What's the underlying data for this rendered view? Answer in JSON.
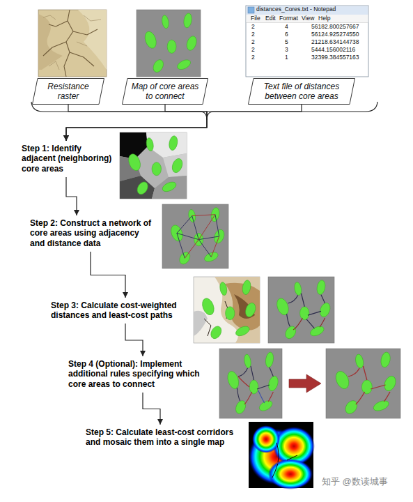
{
  "diagram": {
    "nodes": [
      {
        "text": [
          "Resistance raster"
        ]
      },
      {
        "text": [
          "Map of core areas to connect"
        ]
      },
      {
        "text": [
          "Text file of distances between core areas"
        ]
      },
      {
        "text": [
          "Step 1: Identify adjacent (neighboring) core areas"
        ]
      },
      {
        "text": [
          "Step 2: Construct a network of core areas using adjacency and distance data"
        ]
      },
      {
        "text": [
          "Step 3: Calculate cost-weighted distances and least-cost paths"
        ]
      },
      {
        "text": [
          "Step 4 (Optional): Implement additional rules specifying which core areas to connect"
        ]
      },
      {
        "text": [
          "Step 5: Calculate least-cost corridors and mosaic them into a single map"
        ]
      }
    ],
    "edges": [
      {
        "from": 0,
        "to": 3,
        "arrow": "to"
      },
      {
        "from": 1,
        "to": 3,
        "arrow": "to"
      },
      {
        "from": 2,
        "to": 3,
        "arrow": "to"
      },
      {
        "from": 3,
        "to": 4,
        "arrow": "to"
      },
      {
        "from": 4,
        "to": 5,
        "arrow": "to"
      },
      {
        "from": 5,
        "to": 6,
        "arrow": "to"
      },
      {
        "from": 6,
        "to": 7,
        "arrow": "to"
      }
    ],
    "labels": [
      "distances_Cores.txt - Notepad",
      "File",
      "Edit",
      "Format",
      "View",
      "Help",
      "2",
      "4",
      "56182.800257667",
      "2",
      "6",
      "56124.925274550",
      "2",
      "5",
      "21218.634144738",
      "2",
      "3",
      "5444.156002116",
      "2",
      "1",
      "32399.384557163",
      "知乎 @数读城事"
    ]
  }
}
